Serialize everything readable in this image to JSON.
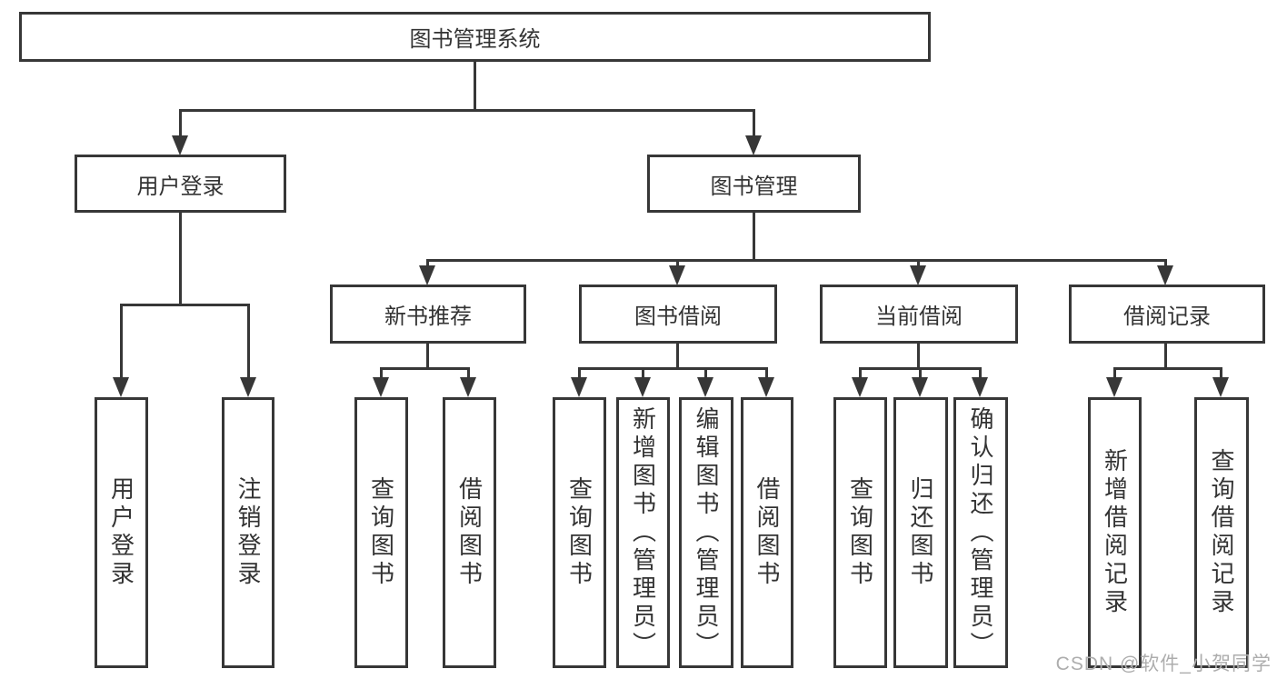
{
  "colors": {
    "line": "#373737",
    "text": "#333333",
    "watermark": "#adadad",
    "background": "#ffffff"
  },
  "diagram": {
    "root": "图书管理系统",
    "branches": [
      {
        "id": "user-login",
        "label": "用户登录",
        "children": [
          {
            "label": "用户登录"
          },
          {
            "label": "注销登录"
          }
        ]
      },
      {
        "id": "book-management",
        "label": "图书管理",
        "children": [
          {
            "label": "新书推荐",
            "children": [
              {
                "label": "查询图书"
              },
              {
                "label": "借阅图书"
              }
            ]
          },
          {
            "label": "图书借阅",
            "children": [
              {
                "label": "查询图书"
              },
              {
                "label": "新增图书（管理员）"
              },
              {
                "label": "编辑图书（管理员）"
              },
              {
                "label": "借阅图书"
              }
            ]
          },
          {
            "label": "当前借阅",
            "children": [
              {
                "label": "查询图书"
              },
              {
                "label": "归还图书"
              },
              {
                "label": "确认归还（管理员）"
              }
            ]
          },
          {
            "label": "借阅记录",
            "children": [
              {
                "label": "新增借阅记录"
              },
              {
                "label": "查询借阅记录"
              }
            ]
          }
        ]
      }
    ]
  },
  "watermark": "CSDN @软件_小贺同学"
}
